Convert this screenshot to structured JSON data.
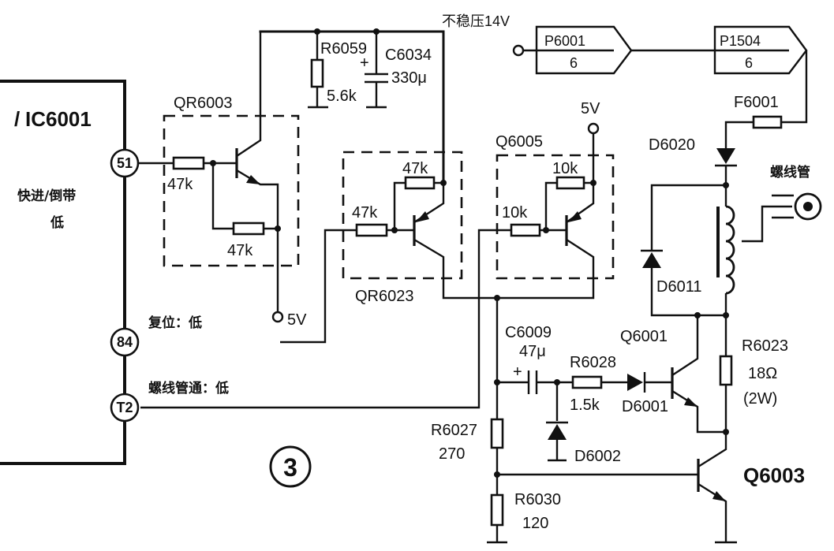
{
  "ic": {
    "name": "IC6001",
    "prefix": "/"
  },
  "pins": [
    {
      "num": "51",
      "signal": "快进/倒带",
      "level": "低"
    },
    {
      "num": "84",
      "signal": "复位：低"
    },
    {
      "num": "T2",
      "signal": "螺线管通：低"
    }
  ],
  "supply": {
    "unregulated": "不稳压14V",
    "v5": "5V"
  },
  "connectors": [
    {
      "name": "P6001",
      "pin": "6"
    },
    {
      "name": "P1504",
      "pin": "6"
    }
  ],
  "fuse": "F6001",
  "solenoid": "螺线管",
  "figure_number": "3",
  "transistors": [
    "QR6003",
    "QR6023",
    "Q6005",
    "Q6001",
    "Q6003"
  ],
  "resistors": [
    {
      "name": "R6059",
      "value": "5.6k"
    },
    {
      "name": "R6028",
      "value": "1.5k"
    },
    {
      "name": "R6023",
      "value": "18Ω",
      "rating": "(2W)"
    },
    {
      "name": "R6027",
      "value": "270"
    },
    {
      "name": "R6030",
      "value": "120"
    }
  ],
  "internal_resistors": {
    "qr6003_base": "47k",
    "qr6003_be": "47k",
    "qr6023_base": "47k",
    "qr6023_be": "47k",
    "q6005_base": "10k",
    "q6005_be": "10k"
  },
  "capacitors": [
    {
      "name": "C6034",
      "value": "330μ",
      "polarity": "+"
    },
    {
      "name": "C6009",
      "value": "47μ",
      "polarity": "+"
    }
  ],
  "diodes": [
    "D6020",
    "D6011",
    "D6002",
    "D6001"
  ]
}
